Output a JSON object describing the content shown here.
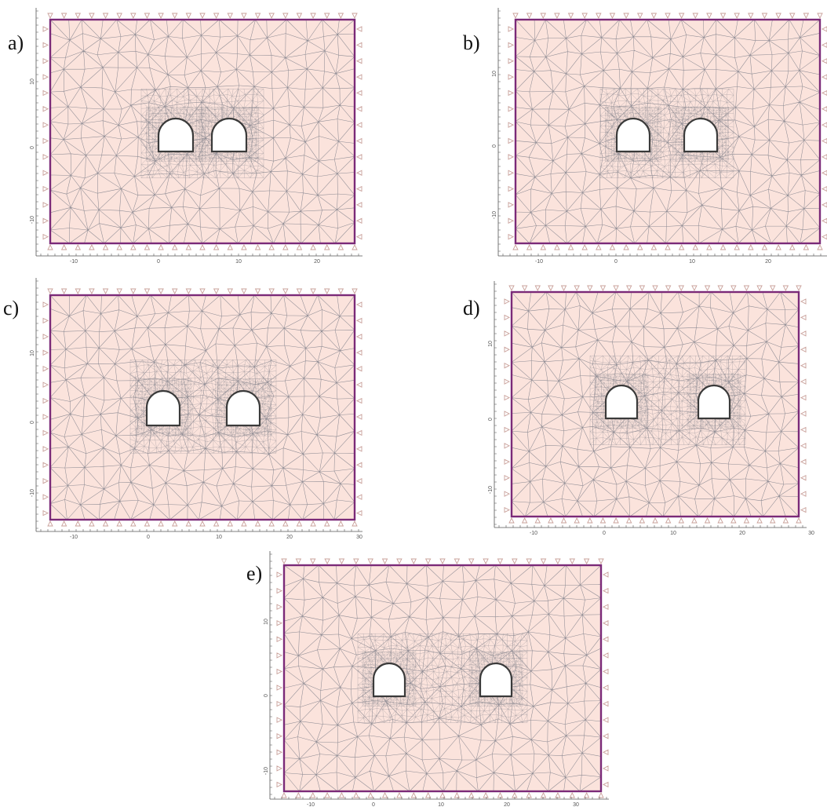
{
  "colors": {
    "domain_fill": "#fbe3dc",
    "boundary": "#7b2a78",
    "mesh_line": "#8f8c94",
    "support": "#c9a09a",
    "axis": "#555555",
    "tunnel_lining": "#3a3a3a",
    "tunnel_fill": "#ffffff"
  },
  "panels": [
    {
      "label": "a)",
      "x_ticks": [
        "-10",
        "0",
        "10",
        "20"
      ],
      "y_ticks": [
        "10",
        "0",
        "-10"
      ]
    },
    {
      "label": "b)",
      "x_ticks": [
        "-10",
        "0",
        "10",
        "20"
      ],
      "y_ticks": [
        "10",
        "0",
        "-10"
      ]
    },
    {
      "label": "c)",
      "x_ticks": [
        "-10",
        "0",
        "10",
        "20",
        "30"
      ],
      "y_ticks": [
        "10",
        "0",
        "-10"
      ]
    },
    {
      "label": "d)",
      "x_ticks": [
        "-10",
        "0",
        "10",
        "20",
        "30"
      ],
      "y_ticks": [
        "10",
        "0",
        "-10"
      ]
    },
    {
      "label": "e)",
      "x_ticks": [
        "-10",
        "0",
        "10",
        "20",
        "30"
      ],
      "y_ticks": [
        "10",
        "0",
        "-10"
      ]
    }
  ]
}
